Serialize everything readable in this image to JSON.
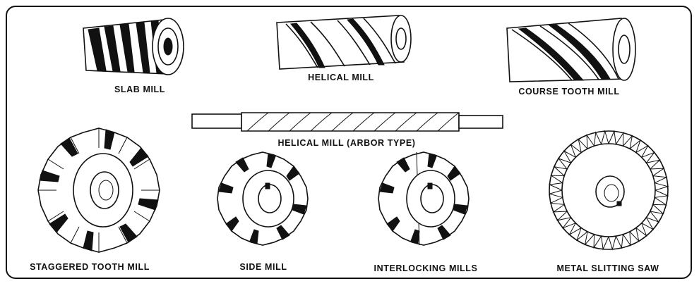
{
  "tools": [
    {
      "id": "slab-mill",
      "label": "SLAB MILL"
    },
    {
      "id": "helical-mill",
      "label": "HELICAL MILL"
    },
    {
      "id": "course-tooth-mill",
      "label": "COURSE TOOTH MILL"
    },
    {
      "id": "helical-mill-arbor-type",
      "label": "HELICAL MILL (ARBOR TYPE)"
    },
    {
      "id": "staggered-tooth-mill",
      "label": "STAGGERED TOOTH MILL"
    },
    {
      "id": "side-mill",
      "label": "SIDE MILL"
    },
    {
      "id": "interlocking-mills",
      "label": "INTERLOCKING MILLS"
    },
    {
      "id": "metal-slitting-saw",
      "label": "METAL SLITTING SAW"
    }
  ]
}
